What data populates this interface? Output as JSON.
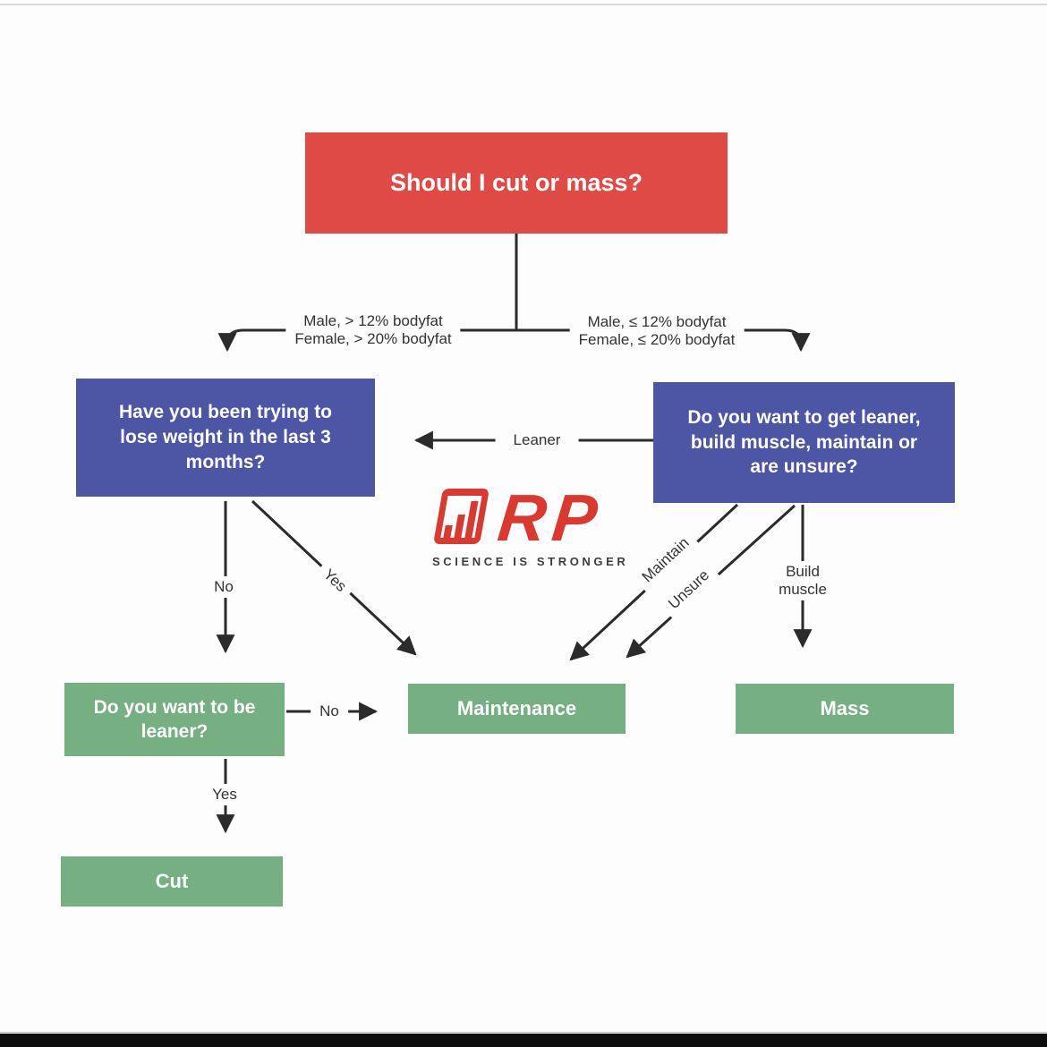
{
  "page": {
    "background": "#fdfdfd",
    "top_rule_color": "#d9d9d9",
    "bottom_bar_color": "#0d0d0d"
  },
  "colors": {
    "question_red": "#df4a44",
    "question_blue": "#4d55a5",
    "result_green": "#75af82",
    "connector_line": "#2b2b2b",
    "edge_label_text": "#333333",
    "node_text": "#ffffff",
    "logo_red": "#d9392f",
    "logo_tagline_text": "#3d3d3d"
  },
  "nodes": {
    "root": {
      "label": "Should I cut or mass?"
    },
    "lose_weight": {
      "label": "Have you been trying to lose weight in the last 3 months?"
    },
    "get_leaner": {
      "label": "Do you want to get leaner, build muscle, maintain or are unsure?"
    },
    "be_leaner": {
      "label": "Do you want to be leaner?"
    },
    "maintenance": {
      "label": "Maintenance"
    },
    "mass": {
      "label": "Mass"
    },
    "cut": {
      "label": "Cut"
    }
  },
  "edge_labels": {
    "left_branch_line1": "Male, > 12% bodyfat",
    "left_branch_line2": "Female, > 20% bodyfat",
    "right_branch_line1": "Male, ≤ 12% bodyfat",
    "right_branch_line2": "Female, ≤ 20% bodyfat",
    "leaner": "Leaner",
    "no_from_lose_weight": "No",
    "yes_from_lose_weight": "Yes",
    "maintain": "Maintain",
    "unsure": "Unsure",
    "build_muscle": "Build muscle",
    "no_from_be_leaner": "No",
    "yes_from_be_leaner": "Yes"
  },
  "logo": {
    "brand": "RP",
    "tagline": "SCIENCE IS STRONGER"
  }
}
